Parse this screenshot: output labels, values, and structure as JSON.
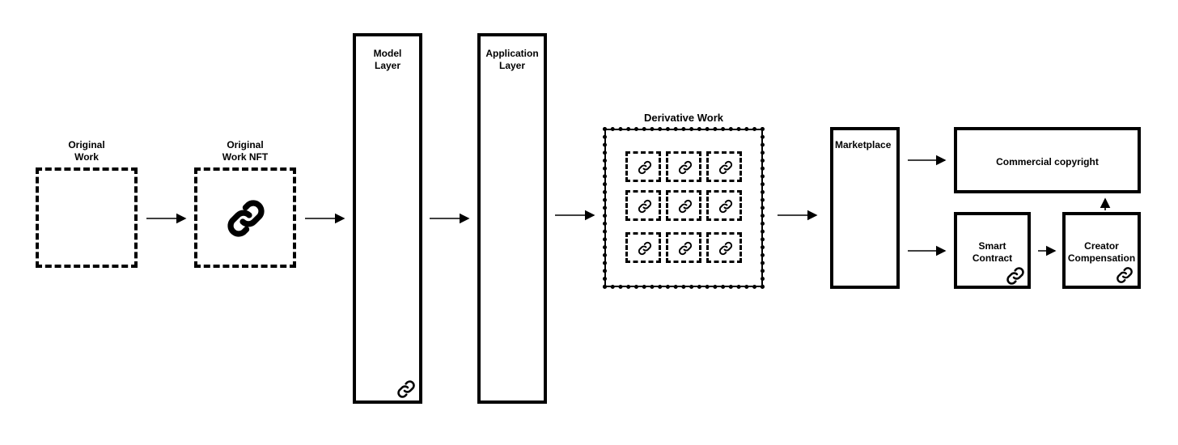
{
  "diagram": {
    "original_work": "Original\nWork",
    "original_work_nft": "Original\nWork NFT",
    "model_layer": "Model\nLayer",
    "application_layer": "Application\nLayer",
    "derivative_work": "Derivative Work",
    "marketplace": "Marketplace",
    "commercial_copyright": "Commercial copyright",
    "smart_contract": "Smart\nContract",
    "creator_compensation": "Creator\nCompensation"
  },
  "icons": {
    "nft_link": "link-icon",
    "model_link": "link-icon",
    "tile_link": "link-icon",
    "contract_link": "link-icon",
    "compensation_link": "link-icon"
  },
  "colors": {
    "stroke": "#000000",
    "background": "#ffffff"
  }
}
